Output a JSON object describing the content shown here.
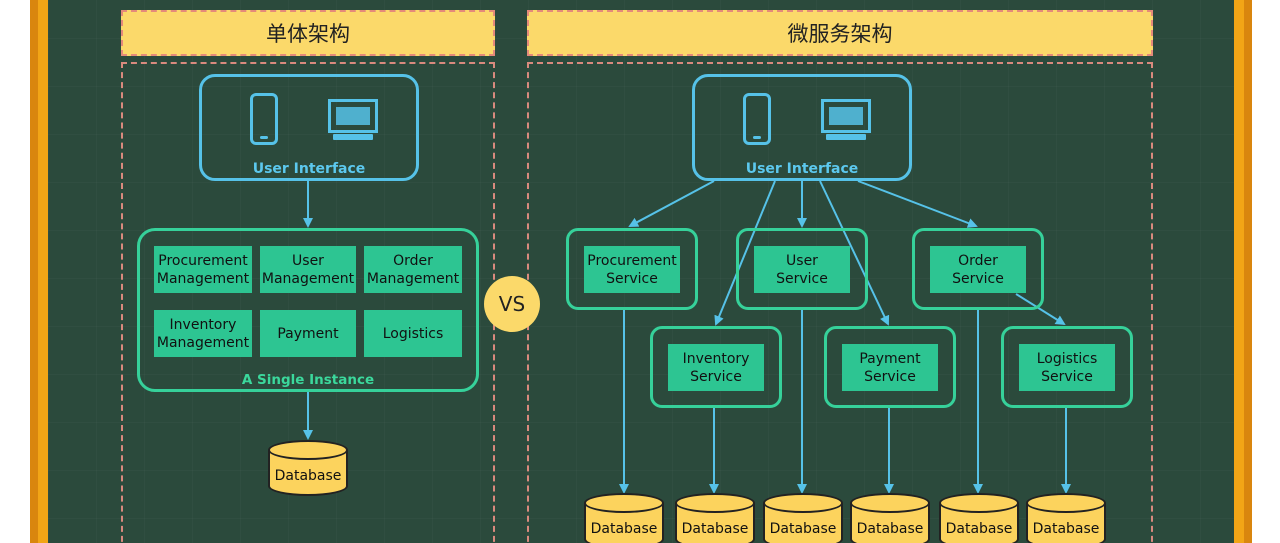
{
  "monolith": {
    "header": "单体架构",
    "ui_label": "User Interface",
    "modules": [
      [
        "Procurement",
        "Management"
      ],
      [
        "User",
        "Management"
      ],
      [
        "Order",
        "Management"
      ],
      [
        "Inventory",
        "Management"
      ],
      [
        "Payment"
      ],
      [
        "Logistics"
      ]
    ],
    "instance_label": "A Single Instance",
    "database": "Database"
  },
  "vs_label": "VS",
  "microservices": {
    "header": "微服务架构",
    "ui_label": "User Interface",
    "services": [
      {
        "line1": "Procurement",
        "line2": "Service"
      },
      {
        "line1": "User",
        "line2": "Service"
      },
      {
        "line1": "Order",
        "line2": "Service"
      },
      {
        "line1": "Inventory",
        "line2": "Service"
      },
      {
        "line1": "Payment",
        "line2": "Service"
      },
      {
        "line1": "Logistics",
        "line2": "Service"
      }
    ],
    "databases": [
      "Database",
      "Database",
      "Database",
      "Database",
      "Database",
      "Database"
    ]
  },
  "icons": [
    "phone-icon",
    "monitor-icon",
    "database-icon"
  ],
  "colors": {
    "board": "#2b4a3c",
    "frame": "#f2a516",
    "header": "#fbd96a",
    "ui_stroke": "#56c2e8",
    "service_stroke": "#36d19a",
    "service_fill": "#2dc592",
    "database": "#fcd35d"
  }
}
